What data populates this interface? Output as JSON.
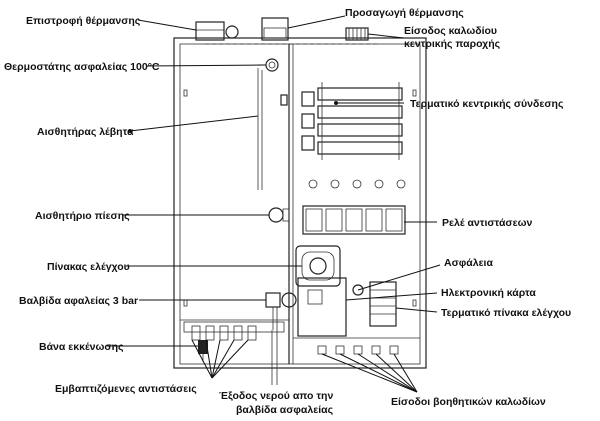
{
  "labels": {
    "heating_return": "Επιστροφή θέρμανσης",
    "heating_supply": "Προσαγωγή θέρμανσης",
    "main_cable_entry_1": "Είσοδος καλωδίου",
    "main_cable_entry_2": "κεντρικής παροχής",
    "safety_thermostat": "Θερμοστάτης ασφαλείας 100°C",
    "main_terminal": "Τερματικό κεντρικής σύνδεσης",
    "boiler_sensor": "Αισθητήρας λέβητα",
    "pressure_sensor": "Αισθητήριο πίεσης",
    "resistor_relays": "Ρελέ αντιστάσεων",
    "control_panel": "Πίνακας ελέγχου",
    "fuse": "Ασφάλεια",
    "electronic_card": "Ηλεκτρονική κάρτα",
    "safety_valve": "Βαλβίδα αφαλείας 3 bar",
    "control_panel_terminal": "Τερματικό πίνακα ελέγχου",
    "drain_valve": "Βάνα εκκένωσης",
    "immersion_resistors": "Εμβαπτιζόμενες αντιστάσεις",
    "water_outlet_1": "Έξοδος νερού απο την",
    "water_outlet_2": "βαλβίδα ασφαλείας",
    "aux_cable_entries": "Είσοδοι βοηθητικών καλωδίων"
  }
}
